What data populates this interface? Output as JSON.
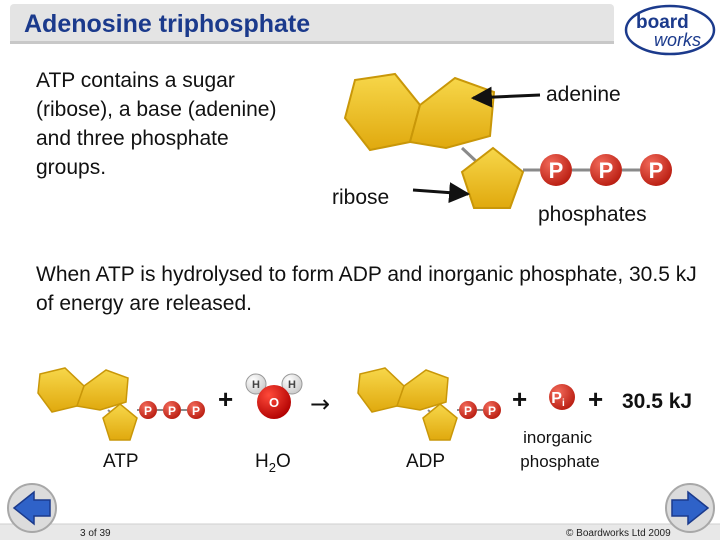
{
  "slide": {
    "title": "Adenosine triphosphate",
    "intro_text": "ATP contains a sugar (ribose), a base (adenine) and three phosphate groups.",
    "hydrolysis_text": "When ATP is hydrolysed to form ADP and inorganic phosphate, 30.5 kJ of energy are released."
  },
  "logo": {
    "line1": "board",
    "line2": "works"
  },
  "structure_labels": {
    "adenine": "adenine",
    "ribose": "ribose",
    "phosphates": "phosphates"
  },
  "phosphate_symbol": "P",
  "equation": {
    "atp_label": "ATP",
    "water_label_main": "H",
    "water_label_sub": "2",
    "water_label_end": "O",
    "water_h": "H",
    "water_o": "O",
    "adp_label": "ADP",
    "pi_main": "P",
    "pi_sub": "i",
    "inorganic_phosphate_label": "inorganic phosphate",
    "plus": "+",
    "arrow": "→",
    "energy": "30.5 kJ"
  },
  "footer": {
    "slide_number": "3 of 39",
    "copyright": "© Boardworks Ltd 2009"
  },
  "colors": {
    "title": "#1b3a8c",
    "sugar_fill": "#f2c320",
    "sugar_edge": "#c99708",
    "phosphate": "#d42a1c",
    "oxygen": "#d81010",
    "nav": "#2f62c8"
  },
  "icons": [
    "previous-slide-icon",
    "next-slide-icon"
  ]
}
